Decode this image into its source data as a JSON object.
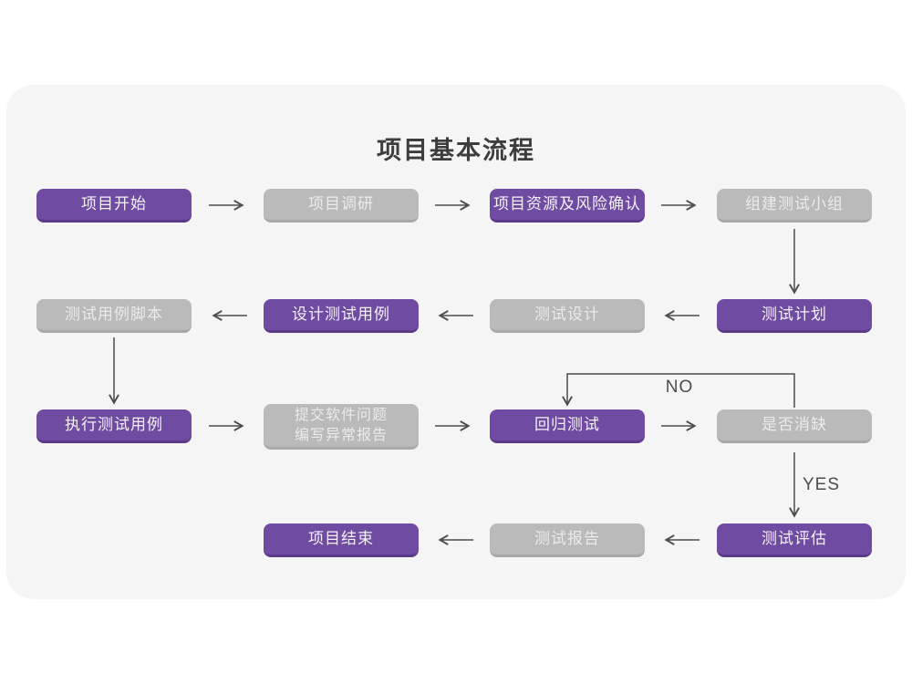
{
  "title": "项目基本流程",
  "colors": {
    "card_bg": "#f5f5f6",
    "purple": "#6f4ba2",
    "purple_dark": "#5b3a87",
    "gray": "#bababa",
    "gray_dark": "#a8a8a8",
    "text_on_purple": "#f4f1f8",
    "text_on_gray": "#ebebeb",
    "title_color": "#3d3d3d",
    "arrow": "#4d4d4d"
  },
  "nodes": [
    {
      "label": "项目开始",
      "variant": "purple"
    },
    {
      "label": "项目调研",
      "variant": "gray"
    },
    {
      "label": "项目资源及风险确认",
      "variant": "purple"
    },
    {
      "label": "组建测试小组",
      "variant": "gray"
    },
    {
      "label": "测试用例脚本",
      "variant": "gray"
    },
    {
      "label": "设计测试用例",
      "variant": "purple"
    },
    {
      "label": "测试设计",
      "variant": "gray"
    },
    {
      "label": "测试计划",
      "variant": "purple"
    },
    {
      "label": "执行测试用例",
      "variant": "purple"
    },
    {
      "label": "提交软件问题\n编写异常报告",
      "variant": "gray"
    },
    {
      "label": "回归测试",
      "variant": "purple"
    },
    {
      "label": "是否消缺",
      "variant": "gray"
    },
    {
      "label": "项目结束",
      "variant": "purple"
    },
    {
      "label": "测试报告",
      "variant": "gray"
    },
    {
      "label": "测试评估",
      "variant": "purple"
    }
  ],
  "edge_labels": {
    "no": "NO",
    "yes": "YES"
  }
}
